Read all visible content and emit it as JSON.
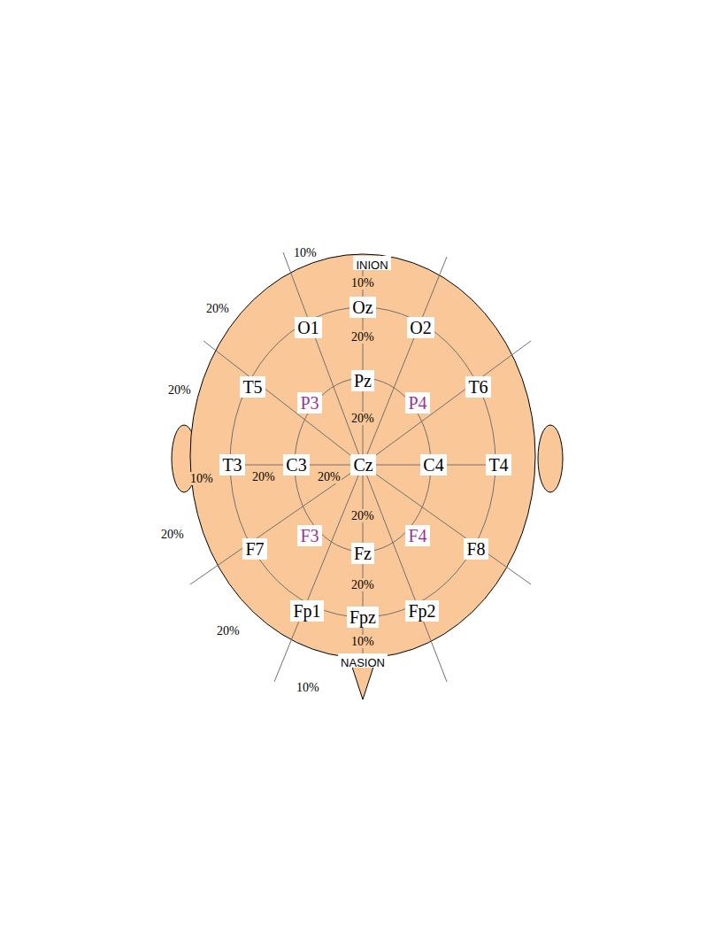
{
  "diagram": {
    "nodes": [
      {
        "text": [
          "INION"
        ]
      },
      {
        "text": [
          "O1"
        ]
      },
      {
        "text": [
          "Oz"
        ]
      },
      {
        "text": [
          "O2"
        ]
      },
      {
        "text": [
          "T5"
        ]
      },
      {
        "text": [
          "P3"
        ]
      },
      {
        "text": [
          "Pz"
        ]
      },
      {
        "text": [
          "P4"
        ]
      },
      {
        "text": [
          "T6"
        ]
      },
      {
        "text": [
          "T3"
        ]
      },
      {
        "text": [
          "C3"
        ]
      },
      {
        "text": [
          "Cz"
        ]
      },
      {
        "text": [
          "C4"
        ]
      },
      {
        "text": [
          "T4"
        ]
      },
      {
        "text": [
          "F7"
        ]
      },
      {
        "text": [
          "F3"
        ]
      },
      {
        "text": [
          "Fz"
        ]
      },
      {
        "text": [
          "F4"
        ]
      },
      {
        "text": [
          "F8"
        ]
      },
      {
        "text": [
          "Fp1"
        ]
      },
      {
        "text": [
          "Fpz"
        ]
      },
      {
        "text": [
          "Fp2"
        ]
      },
      {
        "text": [
          "NASION"
        ]
      }
    ],
    "labels": [
      "10%",
      "10%",
      "20%",
      "20%",
      "20%",
      "20%",
      "10%",
      "20%",
      "20%",
      "20%",
      "20%",
      "20%",
      "20%",
      "10%",
      "10%"
    ]
  }
}
